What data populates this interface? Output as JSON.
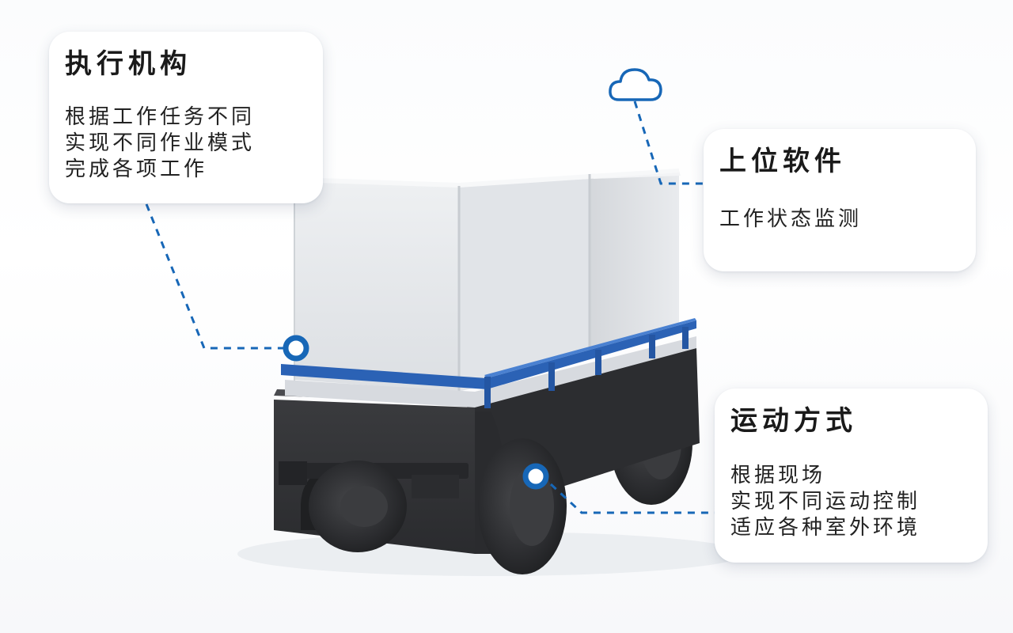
{
  "cards": {
    "actuator": {
      "title": "执行机构",
      "lines": [
        "根据工作任务不同",
        "实现不同作业模式",
        "完成各项工作"
      ]
    },
    "software": {
      "title": "上位软件",
      "lines": [
        "工作状态监测"
      ]
    },
    "motion": {
      "title": "运动方式",
      "lines": [
        "根据现场",
        "实现不同运动控制",
        "适应各种室外环境"
      ]
    }
  },
  "icons": {
    "cloud": "cloud-icon",
    "markers": [
      "location-dot-icon",
      "location-dot-icon"
    ]
  },
  "colors": {
    "accent": "#1767b7",
    "vehicle_body": "#2f3033",
    "cargo_box": "#e6e8eb",
    "rail": "#2b62b5"
  }
}
